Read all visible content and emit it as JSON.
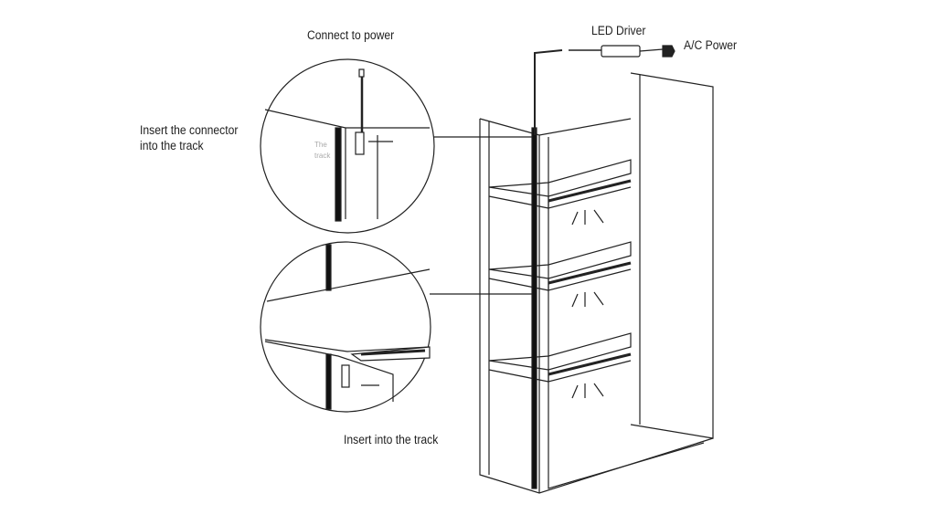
{
  "labels": {
    "connect_power": "Connect to power",
    "insert_connector_line1": "Insert the connector",
    "insert_connector_line2": "into the track",
    "the_track_line1": "The",
    "the_track_line2": "track",
    "insert_track": "Insert into the track",
    "led_driver": "LED Driver",
    "ac_power": "A/C Power"
  },
  "colors": {
    "line": "#222222",
    "track": "#111111"
  }
}
